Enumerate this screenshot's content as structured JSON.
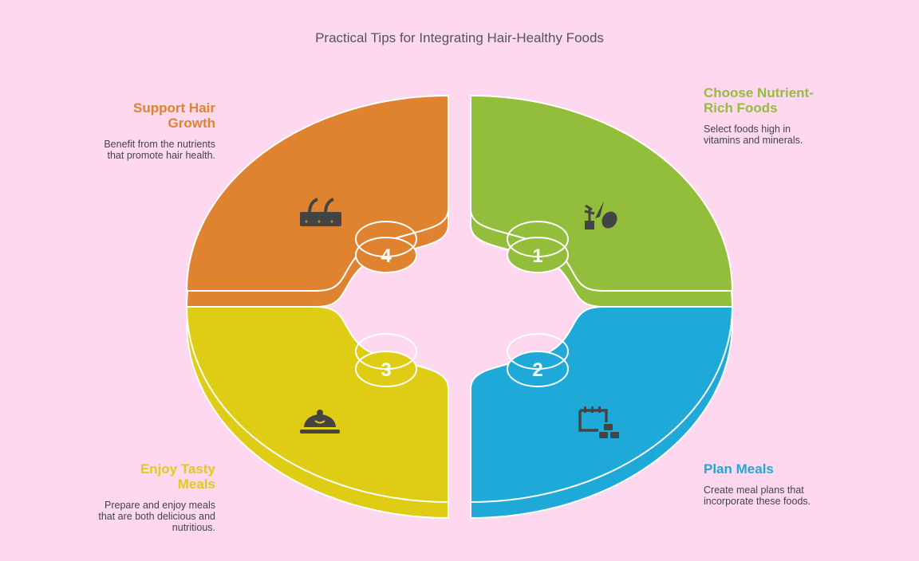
{
  "title": "Practical Tips for Integrating Hair-Healthy Foods",
  "colors": {
    "background": "#FDD8EE",
    "orange": "#DF8330",
    "green": "#93BE3B",
    "yellow": "#DECC15",
    "blue": "#1EA9D9",
    "icon": "#444444"
  },
  "steps": [
    {
      "number": "1",
      "title": "Choose Nutrient-Rich Foods",
      "description": "Select foods high in vitamins and minerals.",
      "icon": "plant-food-icon"
    },
    {
      "number": "2",
      "title": "Plan Meals",
      "description": "Create meal plans that incorporate these foods.",
      "icon": "calendar-blocks-icon"
    },
    {
      "number": "3",
      "title": "Enjoy Tasty Meals",
      "description": "Prepare and enjoy meals that are both delicious and nutritious.",
      "icon": "food-cloche-icon"
    },
    {
      "number": "4",
      "title": "Support Hair Growth",
      "description": "Benefit from the nutrients that promote hair health.",
      "icon": "hair-follicle-icon"
    }
  ]
}
